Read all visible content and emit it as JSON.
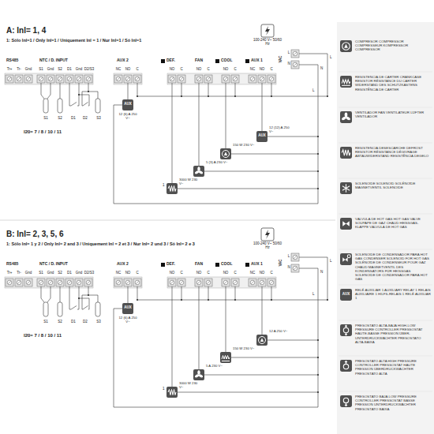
{
  "diagram": {
    "nodes": [
      {
        "text": [
          "A: Inl= 1, 4",
          "1: Sólo Inl=1 / Only Inl=1 / Uniquement Inl = 1 / Nur Inl=1 / Só Inl=1"
        ]
      },
      {
        "text": [
          "100-240 V~ 50/60 Hz"
        ],
        "in": 0
      },
      {
        "text": [
          "B: Inl= 2, 3, 5, 6",
          "1: Sólo Inl= 1 y 2 / Only Inl= 2 and 3 / Uniquement Inl = 2 et 3 / Nur Inl= 2 und 3 / Só Inl= 2 e 3"
        ]
      },
      {
        "text": [
          "100-240 V~ 50/60 Hz"
        ],
        "in": 2
      }
    ],
    "labels": [
      "RS485",
      "Tr+",
      "Tr-",
      "Gnd",
      "S1",
      "Gnd",
      "S2",
      "D1",
      "Gnd",
      "D2/S3",
      "NTC / D. INPUT",
      "S1",
      "S2",
      "D1",
      "D2",
      "S3",
      "I20= 7 / 8 / 10 / 11",
      "AUX 2",
      "NC",
      "NO",
      "C",
      "12 (6) A 250 V~",
      "DEF.",
      "NO",
      "C",
      "FAN",
      "NO",
      "C",
      "COOL",
      "NO",
      "C",
      "AUX 1",
      "NC",
      "NO",
      "C",
      "VAC",
      "L",
      "N",
      "N",
      "L",
      "12 (12) A 250 V~",
      "150 W 230 V~",
      "5 (3) A 230 V~",
      "3000 W 230 V~",
      "1",
      "L",
      "AUX",
      "AUX",
      "RS485",
      "Tr+",
      "Tr-",
      "Gnd",
      "S1",
      "Gnd",
      "S2",
      "D1",
      "Gnd",
      "D2/S3",
      "NTC / D. INPUT",
      "S1",
      "S2",
      "D1",
      "D2",
      "S3",
      "I20= 7 / 8 / 10 / 11",
      "AUX 2",
      "NC",
      "NO",
      "C",
      "12 (6) A 250 V~",
      "DEF.",
      "NO",
      "C",
      "FAN",
      "NO",
      "C",
      "COOL",
      "NO",
      "C",
      "AUX 1",
      "NC",
      "NO",
      "C",
      "VAC",
      "L",
      "N",
      "N",
      "L",
      "12 A 250 V~",
      "150 W 230 V~",
      "5 A 230 V~",
      "3000 W 230 V~",
      "1",
      "L",
      "AUX",
      "AUX"
    ],
    "legend": [
      {
        "text": "COMPRESOR COMPRESSOR COMPRESSEUR KOMPRESSOR COMPRESSOR"
      },
      {
        "text": "RESISTENCIA DE CÁRTER CRANKCASE RESISTOR RÉSISTANCE DU CARTER WIDERSTAND DES SCHUTZKASTENS RESISTÊNCIA DE CÁRTER"
      },
      {
        "text": "VENTILADOR FAN VENTILATEUR LÜFTER VENTILADOR"
      },
      {
        "text": "RESISTENCIA DESESCARCHE DEFROST RESISTOR RÉSISTANCE DÉGIVRAGE ABTAUWIDERSTAND RESISTÊNCIA DEGELO"
      },
      {
        "text": "SOLENOIDE SOLENOID SOLÉNOÏDE MAGNETVENTIL SOLENOIDE"
      },
      {
        "text": "VÁLVULA DE HOT GAS HOT GAS VALVE SOUPAPE DE GAZ CHAUD HEISSGAS-KLAPPE VÁLVULA DE HOT GAS"
      },
      {
        "text": "SOLENOIDE DE CONDENSADOR PARA HOT GAS CONDENSER SOLENOID FOR HOT GAS SOLÉNOÏDE DE CONDENSEUR POUR GAZ CHAUD MAGNETVENTIL DES KONDENSATORS FÜR HEISSGAS SOLENOIDE DE CONDENSADOR PARA HOT GAS"
      },
      {
        "text": "RELÉ AUXILIAR 1 AUXILIARY RELAY 1 RELAIS AUXILIAIRE 1 HILFS-RELAIS 1 RELÉ AUXILIAR 1"
      },
      {
        "text": "PRESOSTATO ALTA-BAJA HIGH-LOW PRESSURE CONTROLLER PRESSOSTAT HAUTE-BASSE PRESSION ÜBER-UNTERDRUCKWÄCHTER PRESOSTATO ALTA-BAIXA"
      },
      {
        "text": "PRESOSTATO ALTA HIGH PRESSURE CONTROLLER PRESSOSTAT HAUTE PRESSION ÜBERDRUCKWÄCHTER PRESOSTATO ALTA"
      },
      {
        "text": "PRESOSTATO BAJA LOW PRESSURE CONTROLLER PRESSOSTAT BASSE PRESSION UNTERDRUCKWÄCHTER PRESOSTATO BAIXA"
      }
    ]
  }
}
